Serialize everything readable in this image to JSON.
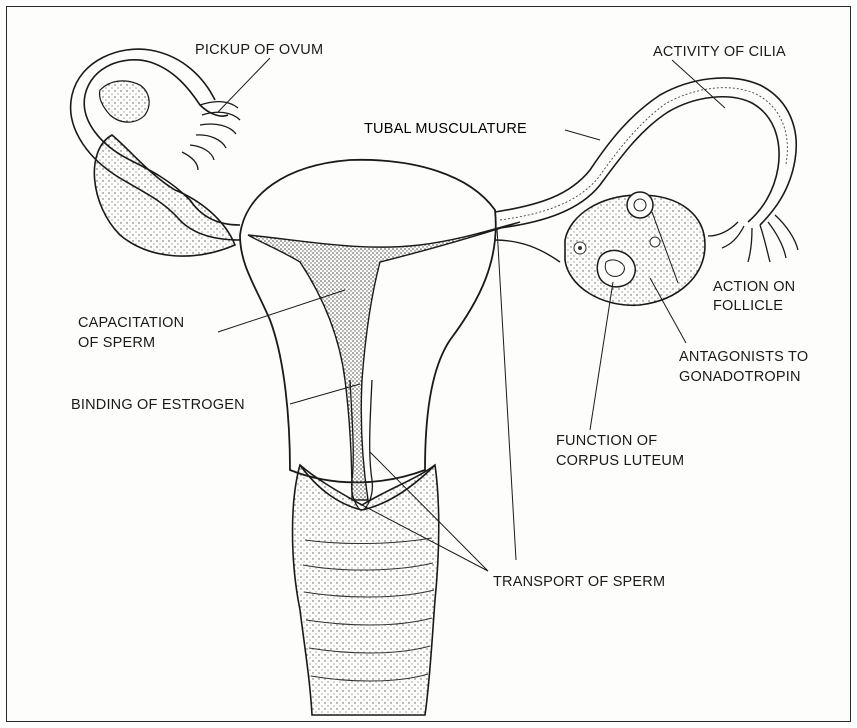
{
  "labels": {
    "pickup_of_ovum": "PICKUP OF OVUM",
    "activity_of_cilia": "ACTIVITY OF CILIA",
    "tubal_musculature": "TUBAL MUSCULATURE",
    "capacitation_line1": "CAPACITATION",
    "capacitation_line2": "OF SPERM",
    "binding_of_estrogen": "BINDING OF ESTROGEN",
    "action_on_line1": "ACTION ON",
    "action_on_line2": "FOLLICLE",
    "antagonists_line1": "ANTAGONISTS TO",
    "antagonists_line2": "GONADOTROPIN",
    "function_line1": "FUNCTION OF",
    "function_line2": "CORPUS LUTEUM",
    "transport_of_sperm": "TRANSPORT OF SPERM"
  },
  "colors": {
    "ink": "#1a1a1a",
    "paper": "#fdfdfc",
    "stipple": "#6a6a6a"
  }
}
